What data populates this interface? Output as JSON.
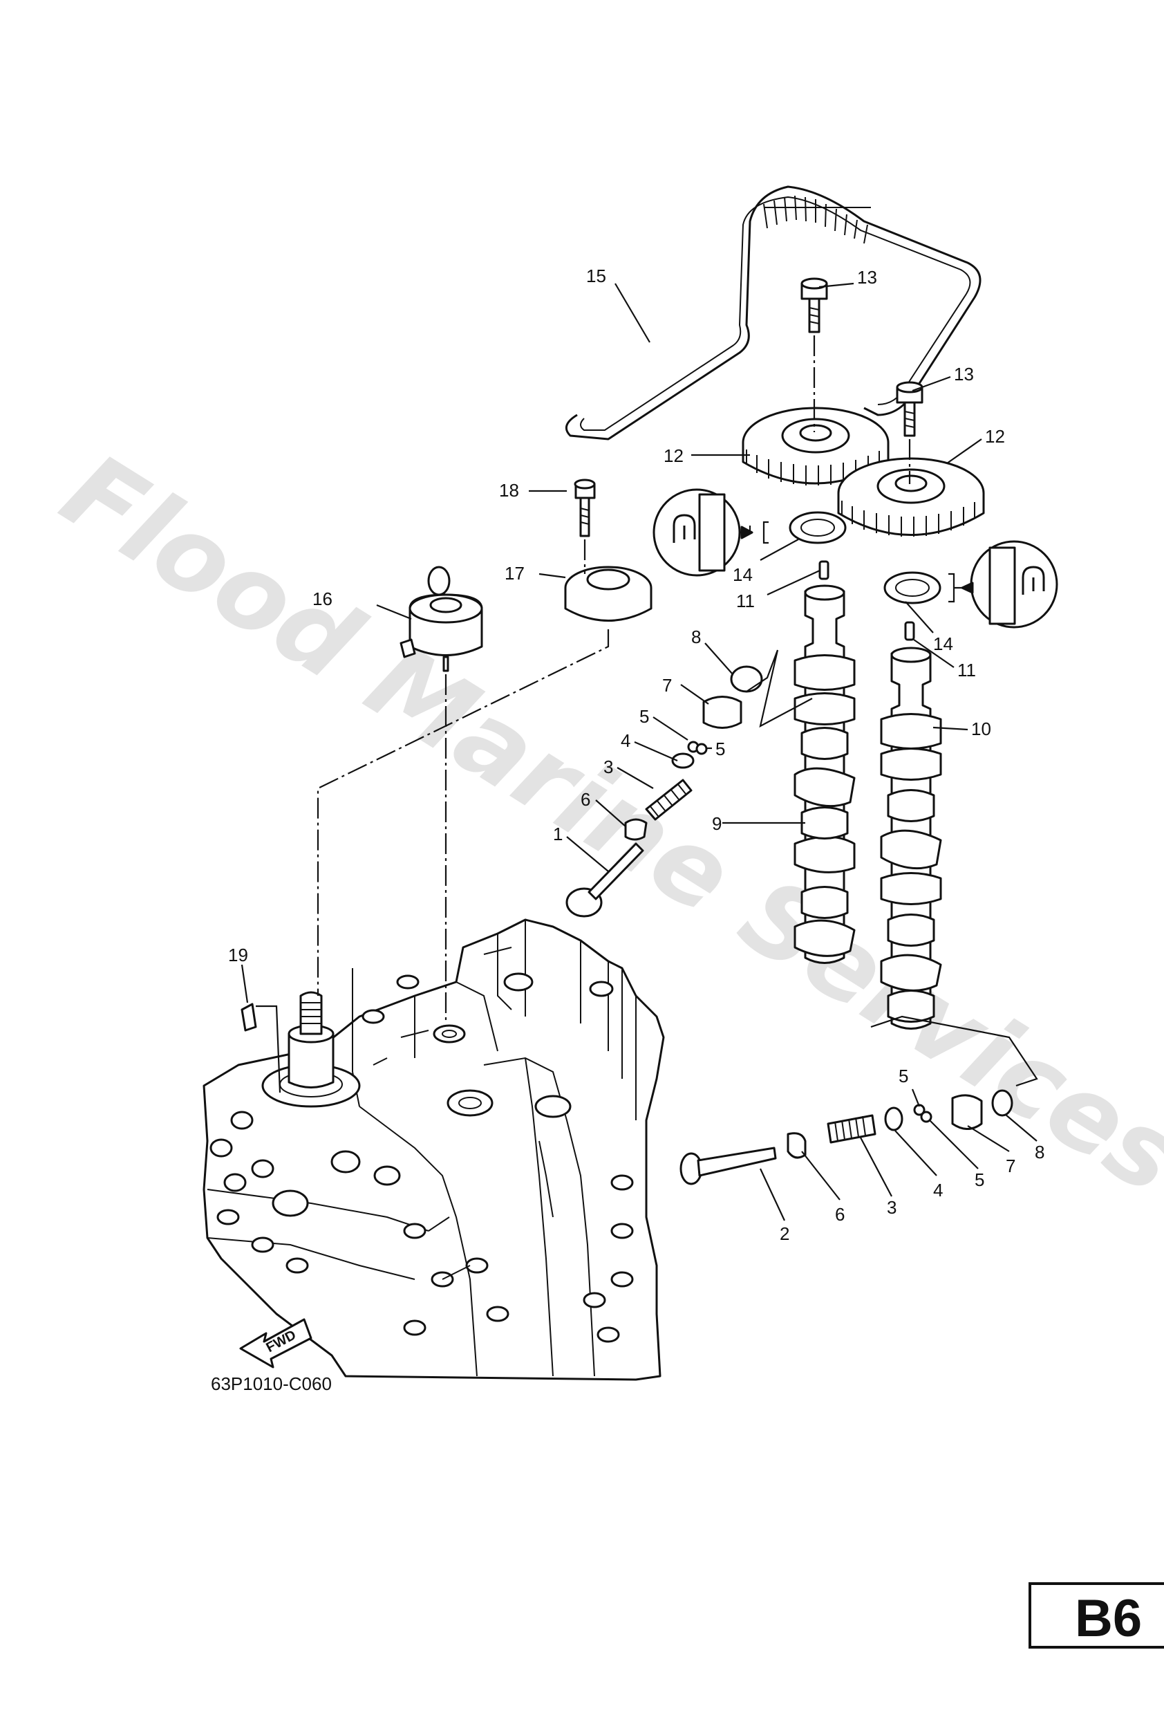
{
  "diagram": {
    "watermark": "Flood Marine Services",
    "drawing_code": "63P1010-C060",
    "page_badge": "B6",
    "fwd_label": "FWD",
    "callouts": {
      "c1": "1",
      "c2": "2",
      "c3a": "3",
      "c3b": "3",
      "c4a": "4",
      "c4b": "4",
      "c5a": "5",
      "c5b": "5",
      "c5c": "5",
      "c5d": "5",
      "c6a": "6",
      "c6b": "6",
      "c7a": "7",
      "c7b": "7",
      "c8a": "8",
      "c8b": "8",
      "c9": "9",
      "c10": "10",
      "c11a": "11",
      "c11b": "11",
      "c12a": "12",
      "c12b": "12",
      "c13a": "13",
      "c13b": "13",
      "c14a": "14",
      "c14b": "14",
      "c15": "15",
      "c16": "16",
      "c17": "17",
      "c18": "18",
      "c19": "19"
    },
    "colors": {
      "line": "#111111",
      "watermark": "#d9d9d9",
      "background": "#ffffff"
    },
    "icons": [
      "grease-apply-icon",
      "fwd-arrow-icon"
    ]
  }
}
